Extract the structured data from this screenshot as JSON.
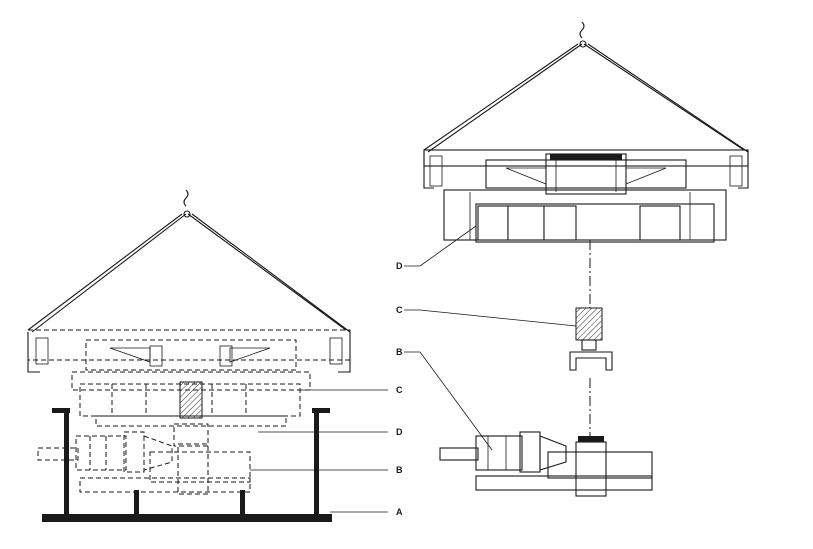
{
  "labels": {
    "left_c": "C",
    "left_d": "D",
    "left_b": "B",
    "left_a": "A",
    "right_d": "D",
    "right_c": "C",
    "right_b": "B"
  }
}
